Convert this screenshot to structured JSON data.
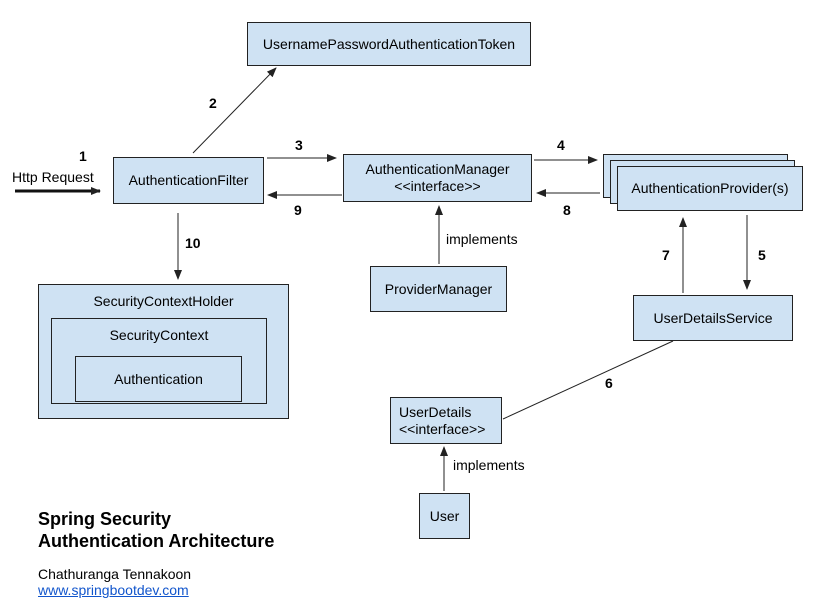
{
  "nodes": {
    "token": "UsernamePasswordAuthenticationToken",
    "filter": "AuthenticationFilter",
    "manager": {
      "name": "AuthenticationManager",
      "stereotype": "<<interface>>"
    },
    "provider": "AuthenticationProvider(s)",
    "provider_manager": "ProviderManager",
    "user_details_service": "UserDetailsService",
    "user_details": {
      "name": "UserDetails",
      "stereotype": "<<interface>>"
    },
    "user": "User",
    "context_holder": "SecurityContextHolder",
    "context": "SecurityContext",
    "authentication": "Authentication"
  },
  "labels": {
    "http_request": "Http Request",
    "implements_manager": "implements",
    "implements_user": "implements"
  },
  "steps": {
    "s1": "1",
    "s2": "2",
    "s3": "3",
    "s4": "4",
    "s5": "5",
    "s6": "6",
    "s7": "7",
    "s8": "8",
    "s9": "9",
    "s10": "10"
  },
  "footer": {
    "title_line1": "Spring Security",
    "title_line2": "Authentication Architecture",
    "author": "Chathuranga Tennakoon",
    "website": "www.springbootdev.com"
  },
  "colors": {
    "box_fill": "#cfe2f3",
    "stroke": "#222222",
    "link": "#1155cc"
  }
}
